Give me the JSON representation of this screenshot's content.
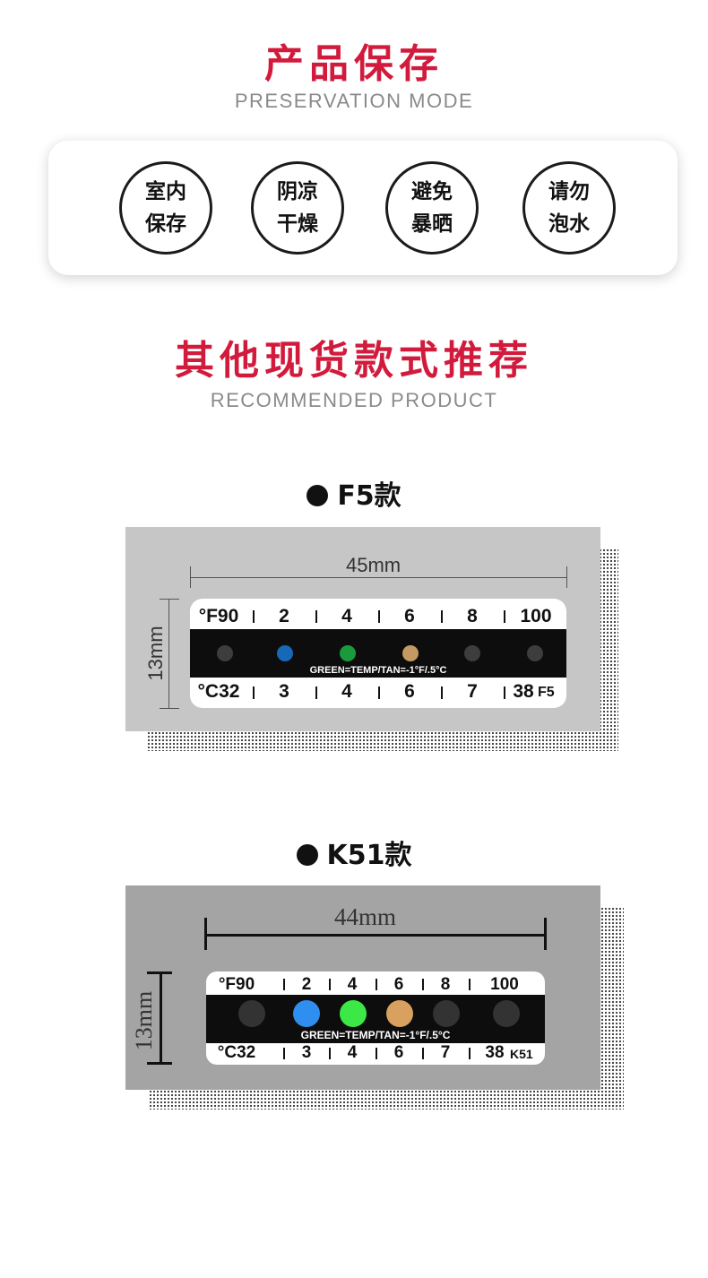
{
  "preservation": {
    "title": "产品保存",
    "subtitle": "PRESERVATION MODE",
    "items": [
      {
        "line1": "室内",
        "line2": "保存"
      },
      {
        "line1": "阴凉",
        "line2": "干燥"
      },
      {
        "line1": "避免",
        "line2": "暴晒"
      },
      {
        "line1": "请勿",
        "line2": "泡水"
      }
    ]
  },
  "recommended": {
    "title": "其他现货款式推荐",
    "subtitle": "RECOMMENDED PRODUCT"
  },
  "products": [
    {
      "label": "F5款",
      "width_label": "45mm",
      "height_label": "13mm",
      "f_row": [
        "°F90",
        "2",
        "4",
        "6",
        "8",
        "100"
      ],
      "c_row": [
        "°C32",
        "3",
        "4",
        "6",
        "7",
        "38"
      ],
      "model": "F5",
      "legend": "GREEN=TEMP/TAN=-1°F/.5°C",
      "dot_colors": [
        "#3d3d3d",
        "#1668b8",
        "#1a9a3c",
        "#c49a62",
        "#3d3d3d",
        "#3d3d3d"
      ],
      "background": "#c6c6c6"
    },
    {
      "label": "K51款",
      "width_label": "44mm",
      "height_label": "13mm",
      "f_row": [
        "°F90",
        "2",
        "4",
        "6",
        "8",
        "100"
      ],
      "c_row": [
        "°C32",
        "3",
        "4",
        "6",
        "7",
        "38"
      ],
      "model": "K51",
      "legend": "GREEN=TEMP/TAN=-1°F/.5°C",
      "dot_colors": [
        "#333333",
        "#2f8ff0",
        "#3be845",
        "#d9a15f",
        "#333333",
        "#333333"
      ],
      "background": "#a4a4a4"
    }
  ]
}
